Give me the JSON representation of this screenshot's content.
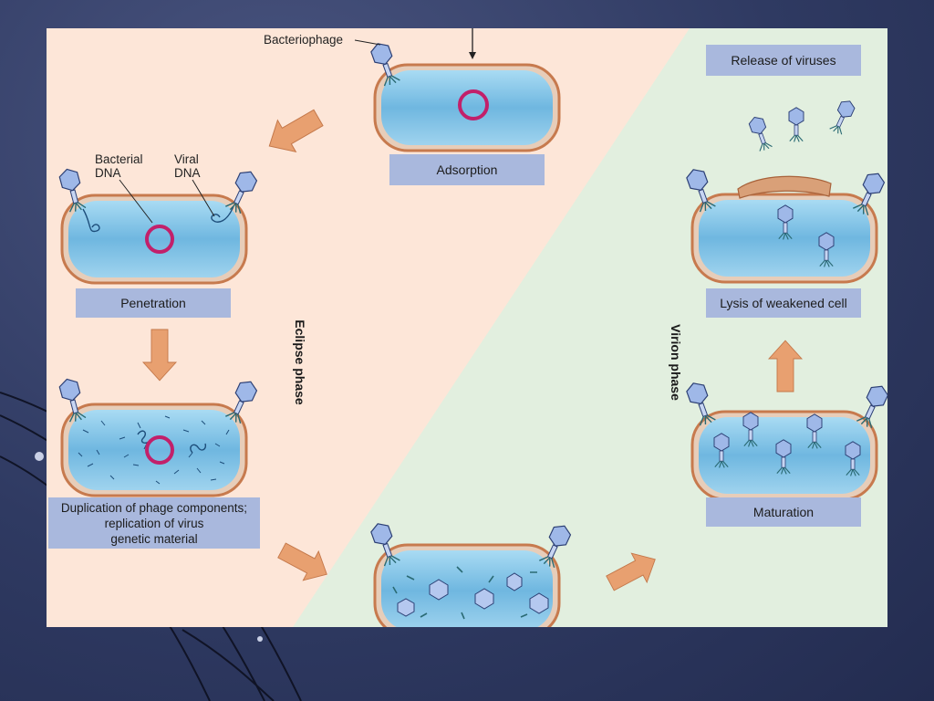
{
  "diagram": {
    "labels": {
      "bacteriophage": "Bacteriophage",
      "bacterial_dna": "Bacterial\nDNA",
      "viral_dna": "Viral\nDNA",
      "adsorption": "Adsorption",
      "penetration": "Penetration",
      "duplication": "Duplication of phage components;\nreplication of virus\ngenetic material",
      "maturation": "Maturation",
      "lysis": "Lysis of weakened cell",
      "release": "Release of viruses"
    },
    "phases": {
      "eclipse": "Eclipse phase",
      "virion": "Virion phase"
    },
    "colors": {
      "eclipse_bg": "#fde6d8",
      "virion_bg": "#e2efdf",
      "label_box": "#a9b8dd",
      "arrow": "#e8a070",
      "cell_wall": "#c77a4e",
      "cytoplasm": "#7fbfe3",
      "bacterial_dna_ring": "#c2206a"
    }
  }
}
